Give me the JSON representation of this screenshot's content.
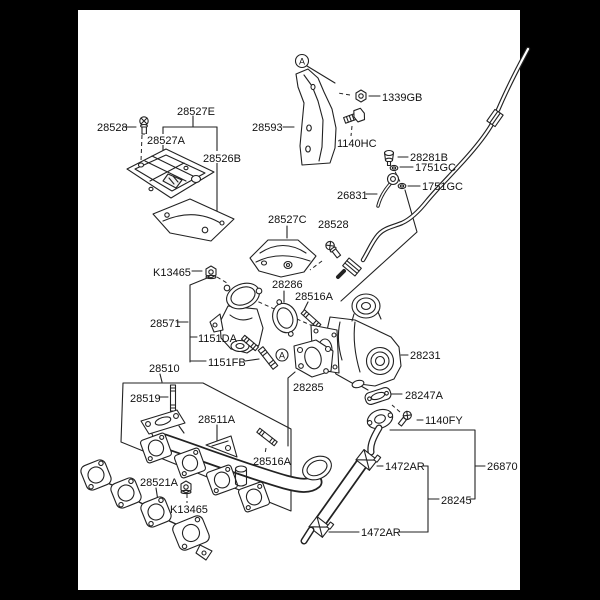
{
  "background": {
    "outer": "#000000",
    "panel": "#ffffff",
    "line_color": "#222222"
  },
  "callout_letter": "A",
  "labels": [
    "1339GB",
    "28593",
    "1140HC",
    "28528",
    "28527E",
    "28527A",
    "28526B",
    "28281B",
    "1751GC",
    "1751GC",
    "26831",
    "28527C",
    "28528",
    "K13465",
    "28286",
    "28516A",
    "28571",
    "1151DA",
    "1151FB",
    "28231",
    "28510",
    "28519",
    "28511A",
    "28516A",
    "28285",
    "28521A",
    "K13465",
    "28247A",
    "1140FY",
    "26870",
    "28245",
    "1472AR",
    "1472AR"
  ]
}
